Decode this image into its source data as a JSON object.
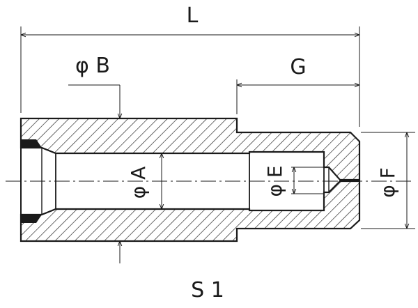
{
  "drawing": {
    "caption": "S 1",
    "labels": {
      "overall_length": "L",
      "outer_diameter": "φ B",
      "thread_length": "G",
      "bore_diameter": "φ A",
      "inner_diameter": "φ E",
      "thread_diameter": "φ F"
    },
    "colors": {
      "line": "#1a1a1a",
      "hatch": "#1a1a1a",
      "background": "#ffffff"
    }
  }
}
